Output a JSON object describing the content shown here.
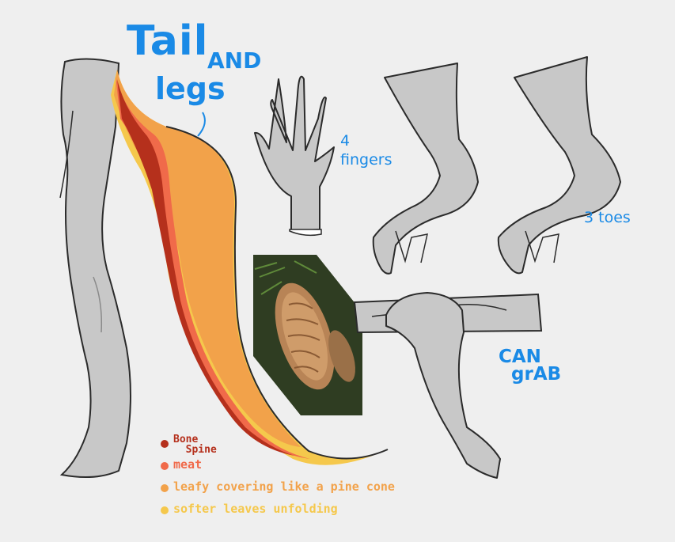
{
  "title": {
    "tail": "Tail",
    "and": "AND",
    "legs": "legs"
  },
  "labels": {
    "fingers": "4\nfingers",
    "toes": "3 toes",
    "grab": "CAN\n  grAB"
  },
  "legend": [
    {
      "text": "Bone\n  Spine",
      "color": "#b5301c"
    },
    {
      "text": "meat",
      "color": "#f06a4a"
    },
    {
      "text": "leafy covering like a pine cone",
      "color": "#f2a24a"
    },
    {
      "text": "softer leaves unfolding",
      "color": "#f5c84c"
    }
  ],
  "colors": {
    "accent": "#1a8ae6",
    "skin": "#c8c8c8",
    "outline": "#2b2b2b"
  }
}
